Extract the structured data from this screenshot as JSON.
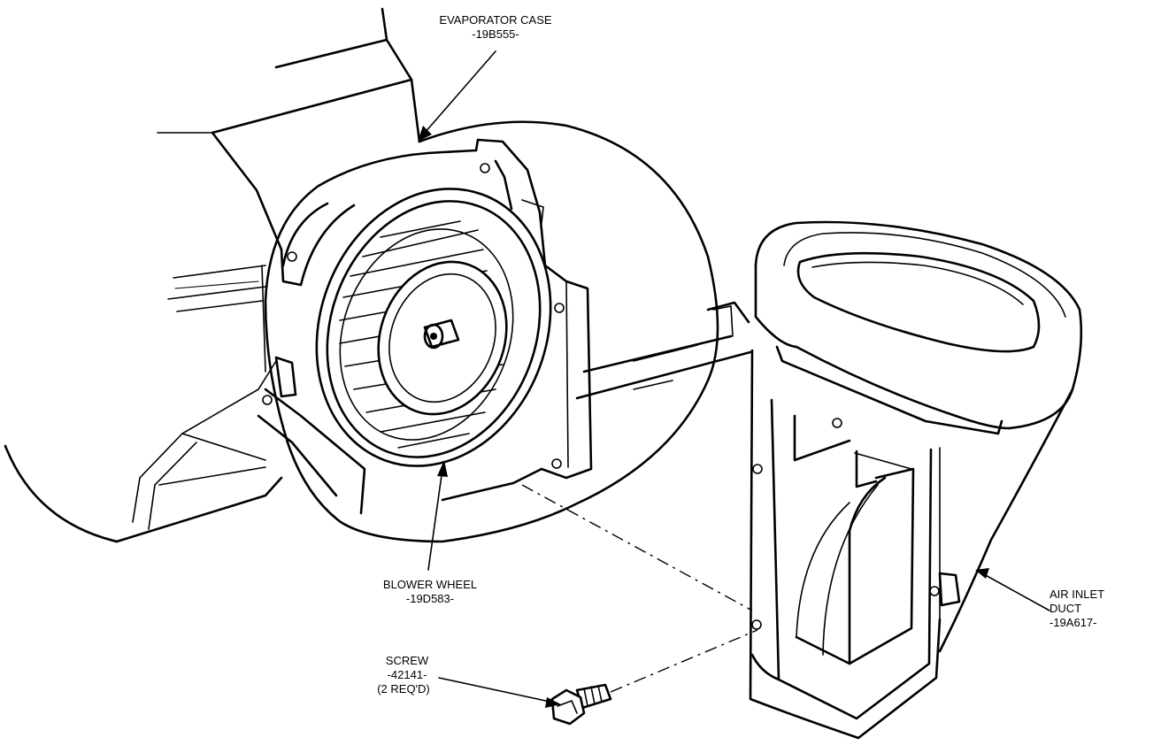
{
  "callouts": {
    "evaporator_case": {
      "name": "EVAPORATOR CASE",
      "part": "-19B555-"
    },
    "blower_wheel": {
      "name": "BLOWER WHEEL",
      "part": "-19D583-"
    },
    "air_inlet_duct": {
      "line1": "AIR INLET",
      "line2": "DUCT",
      "part": "-19A617-"
    },
    "screw": {
      "name": "SCREW",
      "part": "-42141-",
      "qty": "(2 REQ'D)"
    }
  }
}
